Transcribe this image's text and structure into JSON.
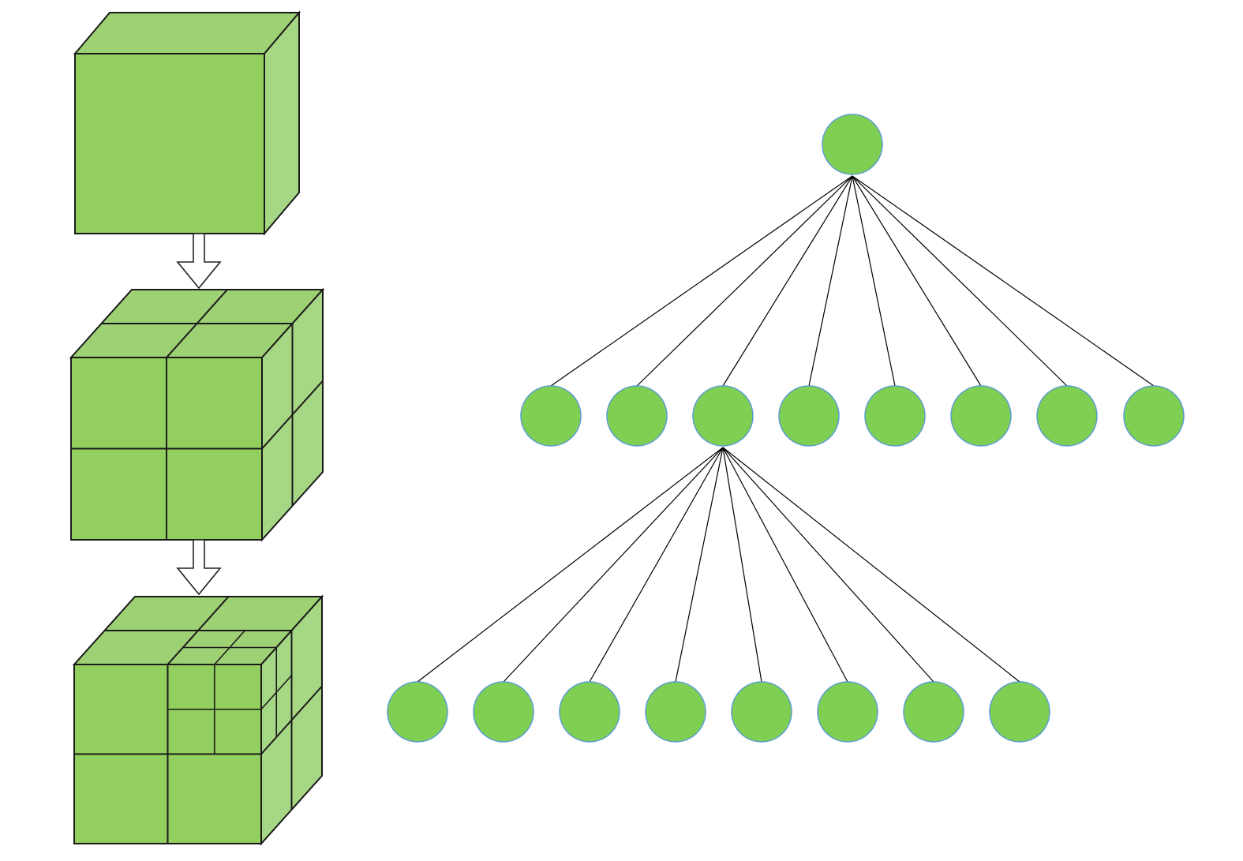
{
  "colors": {
    "front_face": "#92cf5e",
    "top_face": "#9dd174",
    "side_face": "#a6d784",
    "cube_stroke": "#1a1a1a",
    "node_fill": "#7fcf52",
    "node_stroke": "#5a9bd4",
    "edge": "#000000",
    "arrow_fill": "#ffffff",
    "arrow_stroke": "#222222"
  },
  "subdivision": {
    "levels": [
      {
        "depth": 0,
        "subdivided_octant": null
      },
      {
        "depth": 1,
        "subdivided_octant": null
      },
      {
        "depth": 2,
        "subdivided_octant": "front-top-right"
      }
    ],
    "arrows": 2
  },
  "octree": {
    "root": "root",
    "level1_children": 8,
    "expanded_child_index": 2,
    "level2_children": 8
  }
}
